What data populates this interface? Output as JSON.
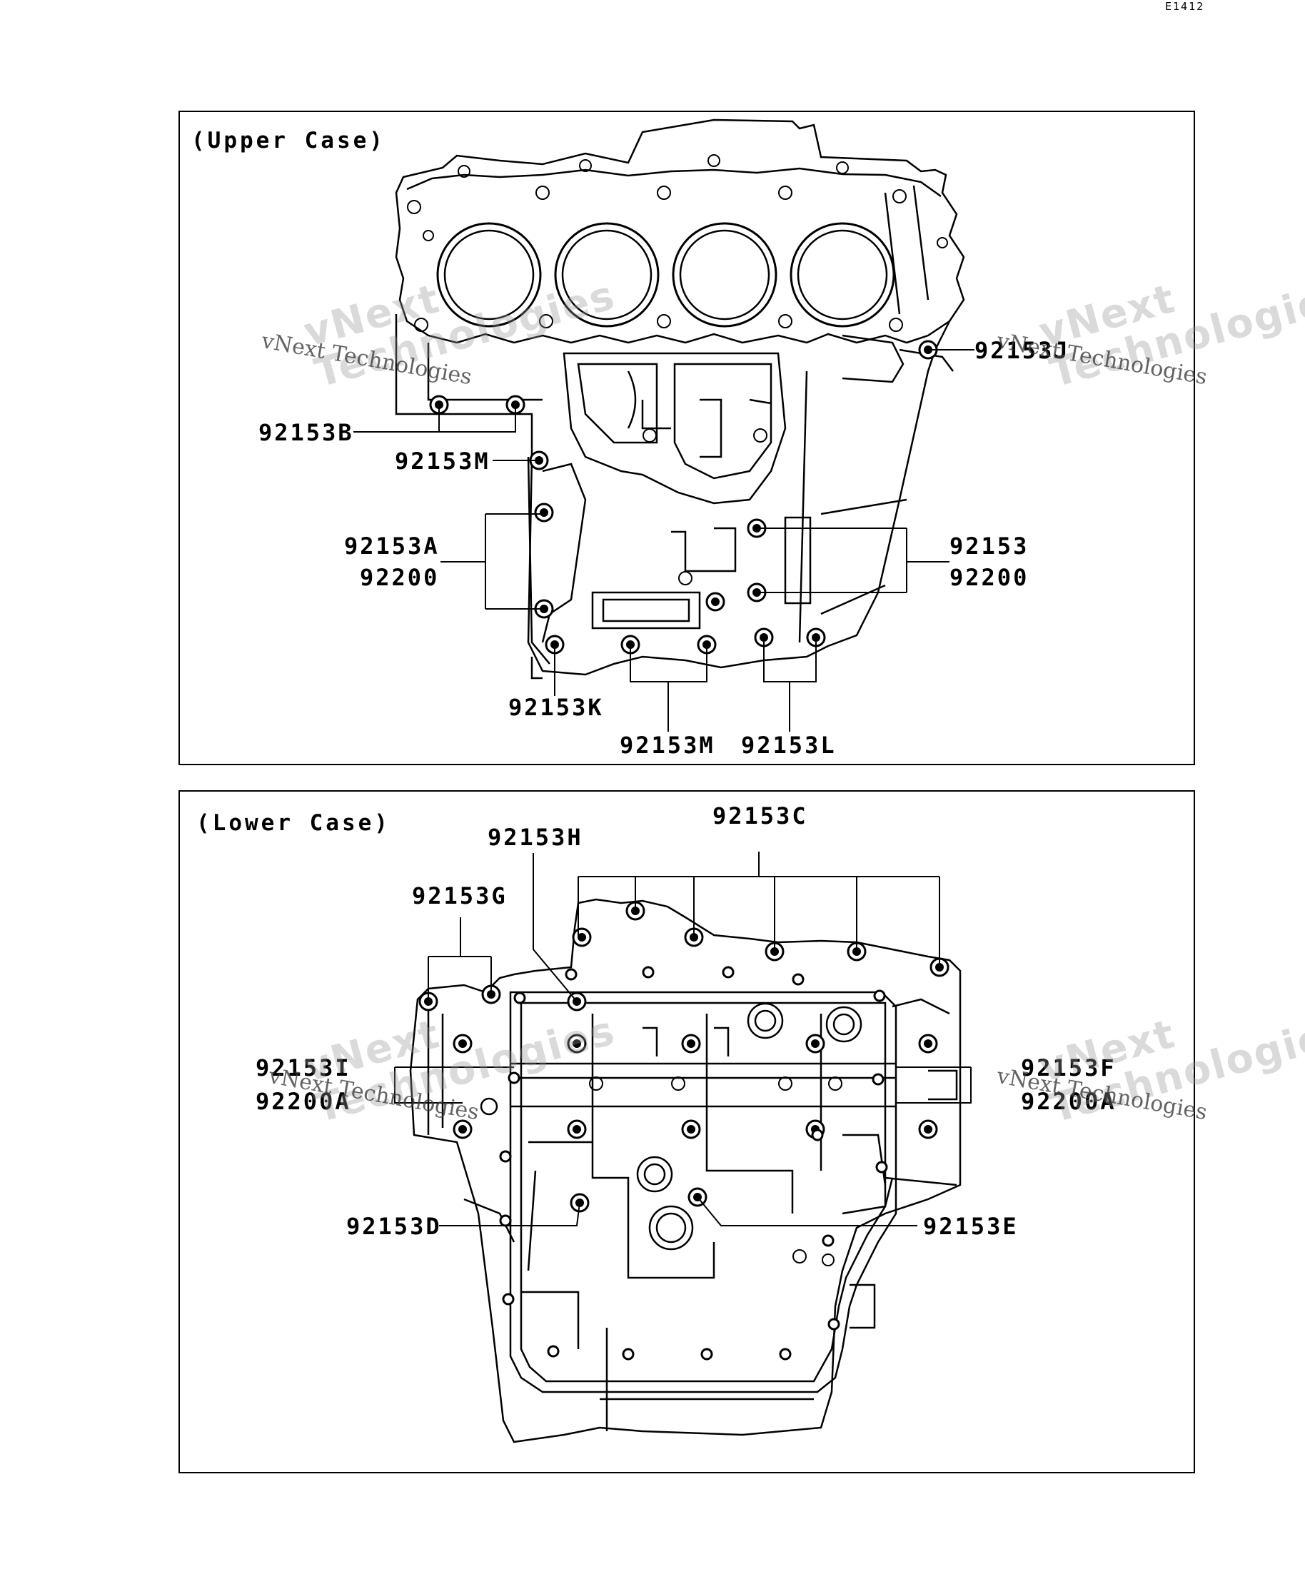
{
  "page_code": "E1412",
  "upper_panel": {
    "title": "(Upper Case)",
    "labels": {
      "b": "92153B",
      "m_top": "92153M",
      "a": "92153A",
      "a_seal": "92200",
      "j": "92153J",
      "plain": "92153",
      "plain_seal": "92200",
      "k": "92153K",
      "m_bottom": "92153M",
      "l": "92153L"
    }
  },
  "lower_panel": {
    "title": "(Lower Case)",
    "labels": {
      "c": "92153C",
      "h": "92153H",
      "g": "92153G",
      "i": "92153I",
      "i_seal": "92200A",
      "f": "92153F",
      "f_seal": "92200A",
      "d": "92153D",
      "e": "92153E"
    }
  },
  "watermark": {
    "brand": "vNext",
    "brand_line2": "Technologies",
    "caption": "vNext Technologies"
  }
}
